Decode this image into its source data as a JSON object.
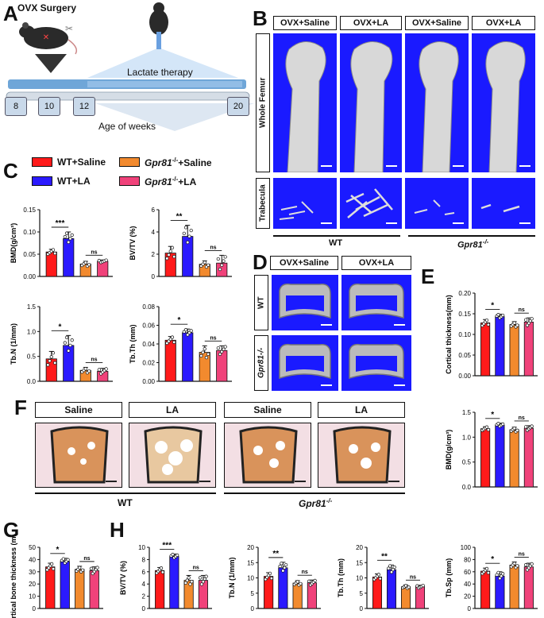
{
  "panel_letters": {
    "a": "A",
    "b": "B",
    "c": "C",
    "d": "D",
    "e": "E",
    "f": "F",
    "g": "G",
    "h": "H"
  },
  "panel_a": {
    "surgery_label": "OVX Surgery",
    "therapy_label": "Lactate therapy",
    "weeks": [
      "8",
      "10",
      "12",
      "20"
    ],
    "age_label": "Age of weeks"
  },
  "panel_b": {
    "headers": [
      "OVX+Saline",
      "OVX+LA",
      "OVX+Saline",
      "OVX+LA"
    ],
    "row_labels": [
      "Whole Femur",
      "Trabecula"
    ],
    "group_wt": "WT",
    "group_ko": "Gpr81",
    "ko_sup": "-/-"
  },
  "legend": {
    "items": [
      {
        "label": "WT+Saline",
        "color": "#ff1a1a"
      },
      {
        "label": "Gpr81",
        "sup": "-/-",
        "suffix": "+Saline",
        "color": "#f28a2e"
      },
      {
        "label": "WT+LA",
        "color": "#2b1aff"
      },
      {
        "label": "Gpr81",
        "sup": "-/-",
        "suffix": "+LA",
        "color": "#f0427a"
      }
    ]
  },
  "panel_d": {
    "headers": [
      "OVX+Saline",
      "OVX+LA"
    ],
    "row_labels": [
      "WT",
      "Gpr81-/-"
    ]
  },
  "panel_f": {
    "headers": [
      "Saline",
      "LA",
      "Saline",
      "LA"
    ],
    "group_wt": "WT",
    "group_ko": "Gpr81",
    "ko_sup": "-/-"
  },
  "colors": [
    "#ff1a1a",
    "#2b1aff",
    "#f28a2e",
    "#f0427a"
  ],
  "chart_data": [
    {
      "id": "c1",
      "type": "bar",
      "ylabel": "BMD(g/cm³)",
      "ylim": [
        0,
        0.15
      ],
      "yticks": [
        "0.00",
        "0.05",
        "0.10",
        "0.15"
      ],
      "values": [
        0.055,
        0.085,
        0.028,
        0.034
      ],
      "errors": [
        0.006,
        0.015,
        0.006,
        0.003
      ],
      "sig": [
        "***",
        "ns"
      ]
    },
    {
      "id": "c2",
      "type": "bar",
      "ylabel": "BV/TV (%)",
      "ylim": [
        0,
        6
      ],
      "yticks": [
        "0",
        "2",
        "4",
        "6"
      ],
      "values": [
        2.1,
        3.6,
        1.1,
        1.2
      ],
      "errors": [
        0.6,
        1.0,
        0.3,
        0.7
      ],
      "sig": [
        "**",
        "ns"
      ]
    },
    {
      "id": "c3",
      "type": "bar",
      "ylabel": "Tb.N (1/mm)",
      "ylim": [
        0,
        1.5
      ],
      "yticks": [
        "0.0",
        "0.5",
        "1.0",
        "1.5"
      ],
      "values": [
        0.45,
        0.72,
        0.22,
        0.2
      ],
      "errors": [
        0.15,
        0.2,
        0.06,
        0.06
      ],
      "sig": [
        "*",
        "ns"
      ]
    },
    {
      "id": "c4",
      "type": "bar",
      "ylabel": "Tb.Th (mm)",
      "ylim": [
        0,
        0.08
      ],
      "yticks": [
        "0.00",
        "0.02",
        "0.04",
        "0.06",
        "0.08"
      ],
      "values": [
        0.044,
        0.052,
        0.031,
        0.033
      ],
      "errors": [
        0.004,
        0.004,
        0.007,
        0.005
      ],
      "sig": [
        "*",
        "ns"
      ]
    },
    {
      "id": "ce1",
      "type": "bar",
      "ylabel": "Cortical thickness(mm)",
      "ylim": [
        0,
        0.2
      ],
      "yticks": [
        "0.00",
        "0.05",
        "0.10",
        "0.15",
        "0.20"
      ],
      "values": [
        0.128,
        0.143,
        0.124,
        0.13
      ],
      "errors": [
        0.008,
        0.006,
        0.007,
        0.01
      ],
      "sig": [
        "*",
        "ns"
      ]
    },
    {
      "id": "ce2",
      "type": "bar",
      "ylabel": "BMD(g/cm³)",
      "ylim": [
        0,
        1.5
      ],
      "yticks": [
        "0.0",
        "0.5",
        "1.0",
        "1.5"
      ],
      "values": [
        1.17,
        1.24,
        1.15,
        1.18
      ],
      "errors": [
        0.04,
        0.04,
        0.05,
        0.05
      ],
      "sig": [
        "*",
        "ns"
      ]
    },
    {
      "id": "cg",
      "type": "bar",
      "ylabel": "Cortical bone thickness (mm)",
      "ylim": [
        0,
        50
      ],
      "yticks": [
        "0",
        "10",
        "20",
        "30",
        "40",
        "50"
      ],
      "values": [
        34,
        38.5,
        32,
        31
      ],
      "errors": [
        3,
        2.5,
        2.5,
        3
      ],
      "sig": [
        "*",
        "ns"
      ]
    },
    {
      "id": "ch1",
      "type": "bar",
      "ylabel": "BV/TV (%)",
      "ylim": [
        0,
        10
      ],
      "yticks": [
        "0",
        "2",
        "4",
        "6",
        "8",
        "10"
      ],
      "values": [
        6.2,
        8.5,
        4.6,
        4.6
      ],
      "errors": [
        0.5,
        0.4,
        0.8,
        0.8
      ],
      "sig": [
        "***",
        "ns"
      ]
    },
    {
      "id": "ch2",
      "type": "bar",
      "ylabel": "Tb.N (1/mm)",
      "ylim": [
        0,
        20
      ],
      "yticks": [
        "0",
        "5",
        "10",
        "15",
        "20"
      ],
      "values": [
        10.5,
        13.3,
        8.3,
        8.4
      ],
      "errors": [
        1.2,
        1.8,
        0.8,
        0.9
      ],
      "sig": [
        "**",
        "ns"
      ]
    },
    {
      "id": "ch3",
      "type": "bar",
      "ylabel": "Tb.Th (mm)",
      "ylim": [
        0,
        20
      ],
      "yticks": [
        "0",
        "5",
        "10",
        "15",
        "20"
      ],
      "values": [
        10.3,
        12.7,
        7.1,
        7.1
      ],
      "errors": [
        1.0,
        1.5,
        0.6,
        0.5
      ],
      "sig": [
        "**",
        "ns"
      ]
    },
    {
      "id": "ch4",
      "type": "bar",
      "ylabel": "Tb.Sp (mm)",
      "ylim": [
        0,
        100
      ],
      "yticks": [
        "0",
        "20",
        "40",
        "60",
        "80",
        "100"
      ],
      "values": [
        61,
        53,
        71,
        68
      ],
      "errors": [
        5,
        7,
        5,
        6
      ],
      "sig": [
        "*",
        "ns"
      ]
    }
  ]
}
